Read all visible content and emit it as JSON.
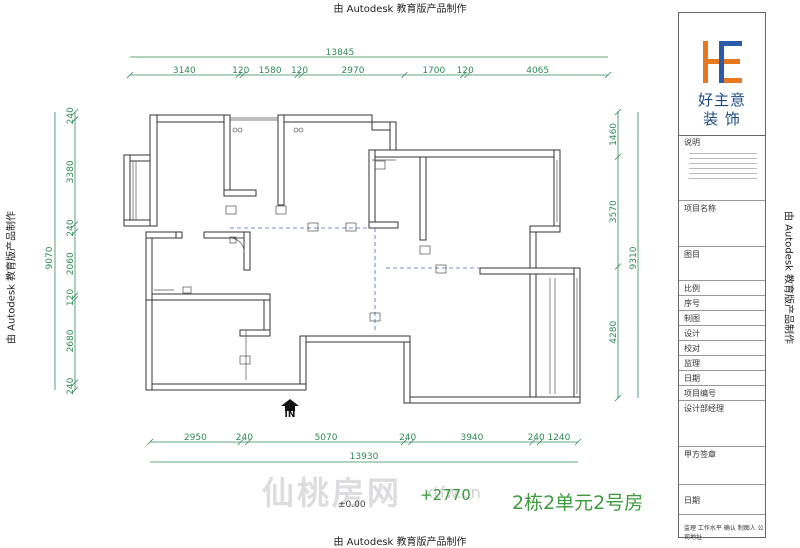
{
  "watermark_edu": "由 Autodesk 教育版产品制作",
  "dimensions": {
    "top_total": "13845",
    "top_segments": [
      "3140",
      "120",
      "1580",
      "120",
      "2970",
      "1700",
      "120",
      "4065"
    ],
    "bottom_total": "13930",
    "bottom_segments": [
      "2950",
      "240",
      "5070",
      "240",
      "3940",
      "240",
      "1240"
    ],
    "left_total": "9070",
    "left_segments": [
      "240",
      "3380",
      "240",
      "2060",
      "120",
      "2680",
      "240"
    ],
    "right_total": "9310",
    "right_segments": [
      "1460",
      "3570",
      "4280"
    ]
  },
  "title_block": {
    "company_line1": "好主意",
    "company_line2": "装 饰",
    "notes_label": "说明",
    "rows": [
      "项目名称",
      "图目",
      "比例",
      "序号",
      "制图",
      "设计",
      "校对",
      "监理",
      "日期",
      "项目编号",
      "设计部经理",
      "甲方签章",
      "日期"
    ],
    "footer": "监理 工作水平 确认 制图人 公司地址"
  },
  "captions": {
    "level": "+2770",
    "project": "2栋2单元2号房",
    "floor_elevation": "±0.00"
  },
  "entry_label": "IN",
  "watermark_site": "仙桃房网",
  "watermark_url": "xtfw.cn"
}
